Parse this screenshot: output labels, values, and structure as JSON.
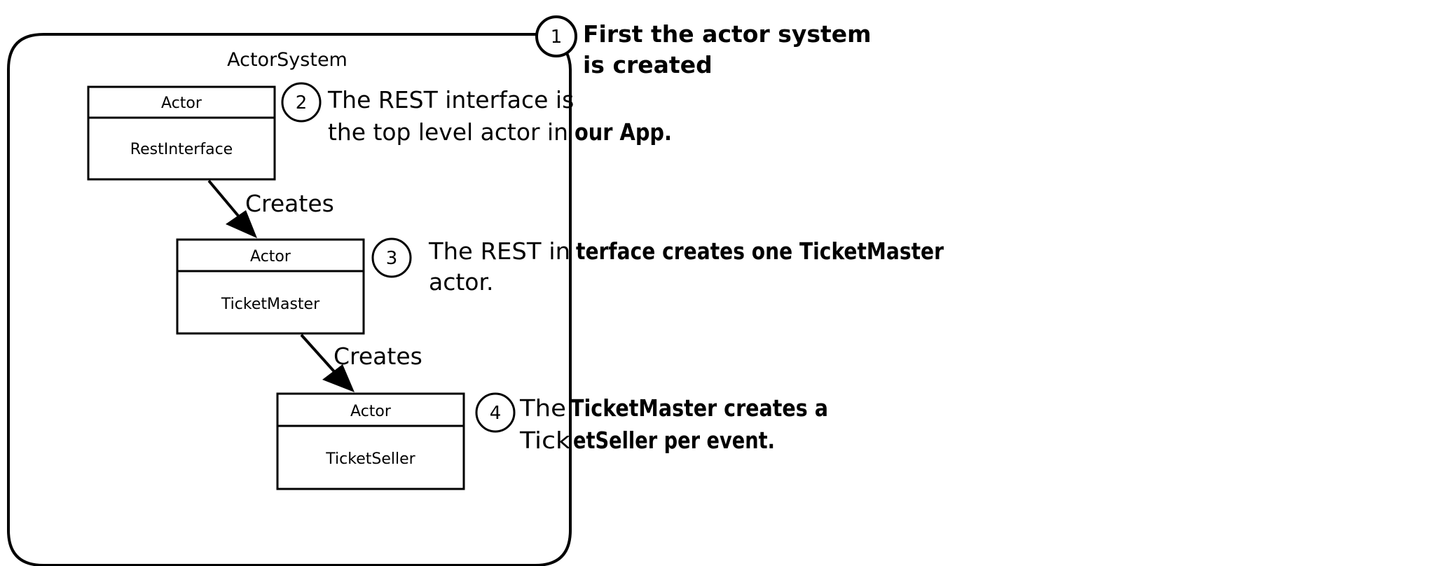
{
  "container": {
    "label": "ActorSystem"
  },
  "actors": [
    {
      "stereotype": "Actor",
      "name": "RestInterface"
    },
    {
      "stereotype": "Actor",
      "name": "TicketMaster"
    },
    {
      "stereotype": "Actor",
      "name": "TicketSeller"
    }
  ],
  "edges": [
    {
      "label": "Creates"
    },
    {
      "label": "Creates"
    }
  ],
  "callouts": [
    {
      "number": "1",
      "line1": "First the actor system",
      "line2": "is created"
    },
    {
      "number": "2",
      "line1": "The REST interface is",
      "line2_plain": "the top level actor in",
      "line2_bold": "our App."
    },
    {
      "number": "3",
      "line1_plain": "The REST in",
      "line1_bold": "terface creates one TicketMaster",
      "line2": "actor."
    },
    {
      "number": "4",
      "line1_plain": "The",
      "line1_bold": "TicketMaster creates a",
      "line2_plain": "Tick",
      "line2_bold": "etSeller per event."
    }
  ]
}
